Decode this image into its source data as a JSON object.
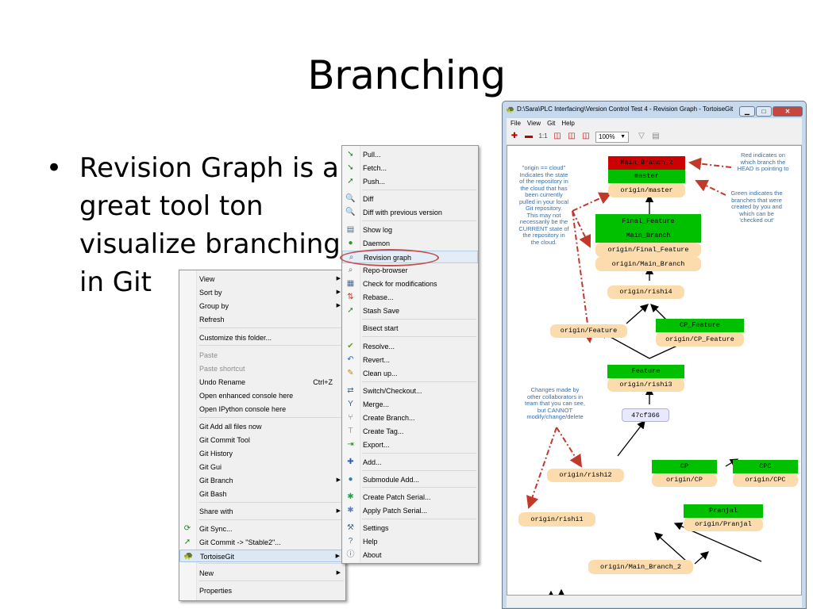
{
  "slide": {
    "title": "Branching",
    "bullet": "Revision Graph is a great tool ton visualize branching in Git",
    "bullet_marker": "•"
  },
  "context_menu": {
    "items": [
      {
        "label": "View",
        "arrow": true
      },
      {
        "label": "Sort by",
        "arrow": true
      },
      {
        "label": "Group by",
        "arrow": true
      },
      {
        "label": "Refresh"
      },
      {
        "label": "Customize this folder..."
      },
      {
        "label": "Paste",
        "disabled": true
      },
      {
        "label": "Paste shortcut",
        "disabled": true
      },
      {
        "label": "Undo Rename",
        "shortcut": "Ctrl+Z"
      },
      {
        "label": "Open enhanced console here"
      },
      {
        "label": "Open IPython console here"
      },
      {
        "label": "Git Add all files now"
      },
      {
        "label": "Git Commit Tool"
      },
      {
        "label": "Git History"
      },
      {
        "label": "Git Gui"
      },
      {
        "label": "Git Branch",
        "arrow": true
      },
      {
        "label": "Git Bash"
      },
      {
        "label": "Share with",
        "arrow": true
      },
      {
        "label": "Git Sync...",
        "icon": "git-sync-icon"
      },
      {
        "label": "Git Commit -> \"Stable2\"...",
        "icon": "git-commit-icon"
      },
      {
        "label": "TortoiseGit",
        "icon": "tortoisegit-icon",
        "arrow": true,
        "highlighted": true
      },
      {
        "label": "New",
        "arrow": true
      },
      {
        "label": "Properties"
      }
    ]
  },
  "submenu": {
    "items": [
      {
        "label": "Pull...",
        "icon": "pull-icon"
      },
      {
        "label": "Fetch...",
        "icon": "fetch-icon"
      },
      {
        "label": "Push...",
        "icon": "push-icon"
      },
      {
        "label": "Diff",
        "icon": "diff-icon"
      },
      {
        "label": "Diff with previous version",
        "icon": "diff-previous-icon"
      },
      {
        "label": "Show log",
        "icon": "show-log-icon"
      },
      {
        "label": "Daemon",
        "icon": "daemon-icon"
      },
      {
        "label": "Revision graph",
        "icon": "revision-graph-icon",
        "highlighted": true
      },
      {
        "label": "Repo-browser",
        "icon": "repo-browser-icon"
      },
      {
        "label": "Check for modifications",
        "icon": "check-modifications-icon"
      },
      {
        "label": "Rebase...",
        "icon": "rebase-icon"
      },
      {
        "label": "Stash Save",
        "icon": "stash-save-icon"
      },
      {
        "label": "Bisect start"
      },
      {
        "label": "Resolve...",
        "icon": "resolve-icon"
      },
      {
        "label": "Revert...",
        "icon": "revert-icon"
      },
      {
        "label": "Clean up...",
        "icon": "clean-up-icon"
      },
      {
        "label": "Switch/Checkout...",
        "icon": "switch-checkout-icon"
      },
      {
        "label": "Merge...",
        "icon": "merge-icon"
      },
      {
        "label": "Create Branch...",
        "icon": "create-branch-icon"
      },
      {
        "label": "Create Tag...",
        "icon": "create-tag-icon"
      },
      {
        "label": "Export...",
        "icon": "export-icon"
      },
      {
        "label": "Add...",
        "icon": "add-icon"
      },
      {
        "label": "Submodule Add...",
        "icon": "submodule-add-icon"
      },
      {
        "label": "Create Patch Serial...",
        "icon": "create-patch-icon"
      },
      {
        "label": "Apply Patch Serial...",
        "icon": "apply-patch-icon"
      },
      {
        "label": "Settings",
        "icon": "settings-icon"
      },
      {
        "label": "Help",
        "icon": "help-icon"
      },
      {
        "label": "About",
        "icon": "about-icon"
      }
    ]
  },
  "window": {
    "title": "D:\\Sara\\PLC Interfacing\\Version Control Test 4 - Revision Graph - TortoiseGit",
    "menus": [
      "File",
      "View",
      "Git",
      "Help"
    ],
    "zoom": "100%",
    "toolbar_text": "1:1",
    "colors": {
      "head": "#cc0000",
      "branch": "#00c000",
      "remote": "#fcdcac",
      "commit": "#e8e8ff",
      "annotation_arrow": "#c0392b",
      "note": "#3a6fa8"
    }
  },
  "graph": {
    "nodes": {
      "main_branch_2": "Main_Branch_2",
      "master": "master",
      "origin_master": "origin/master",
      "final_feature": "Final_Feature",
      "main_branch": "Main_Branch",
      "origin_final_feature": "origin/Final_Feature",
      "origin_main_branch": "origin/Main_Branch",
      "origin_rishi4": "origin/rishi4",
      "origin_feature": "origin/Feature",
      "cp_feature": "CP_Feature",
      "origin_cp_feature": "origin/CP_Feature",
      "feature": "Feature",
      "origin_rishi3": "origin/rishi3",
      "commit_47cf366": "47cf366",
      "origin_rishi2": "origin/rishi2",
      "cp": "CP",
      "origin_cp": "origin/CP",
      "cpc": "CPC",
      "origin_cpc": "origin/CPC",
      "pranjal": "Pranjal",
      "origin_pranjal": "origin/Pranjal",
      "origin_rishi1": "origin/rishi1",
      "origin_main_branch_2": "origin/Main_Branch_2"
    },
    "notes": {
      "red": [
        "Red indicates on",
        "which branch the",
        "HEAD is pointing to"
      ],
      "green": [
        "Green indicates the",
        "branches that were",
        "created by you and",
        "which can be",
        "'checked out'"
      ],
      "origin": [
        "\"origin == cloud\"",
        "Indicates the state",
        "of the repository in",
        "the cloud that has",
        "been currently",
        "pulled in your local",
        "Git repository.",
        "This may not",
        "necessarily be the",
        "CURRENT state of",
        "the repository in",
        "the cloud."
      ],
      "changes": [
        "Changes made by",
        "other collaborators in",
        "team that you can see,",
        "but CANNOT",
        "modify/change/delete"
      ]
    }
  }
}
